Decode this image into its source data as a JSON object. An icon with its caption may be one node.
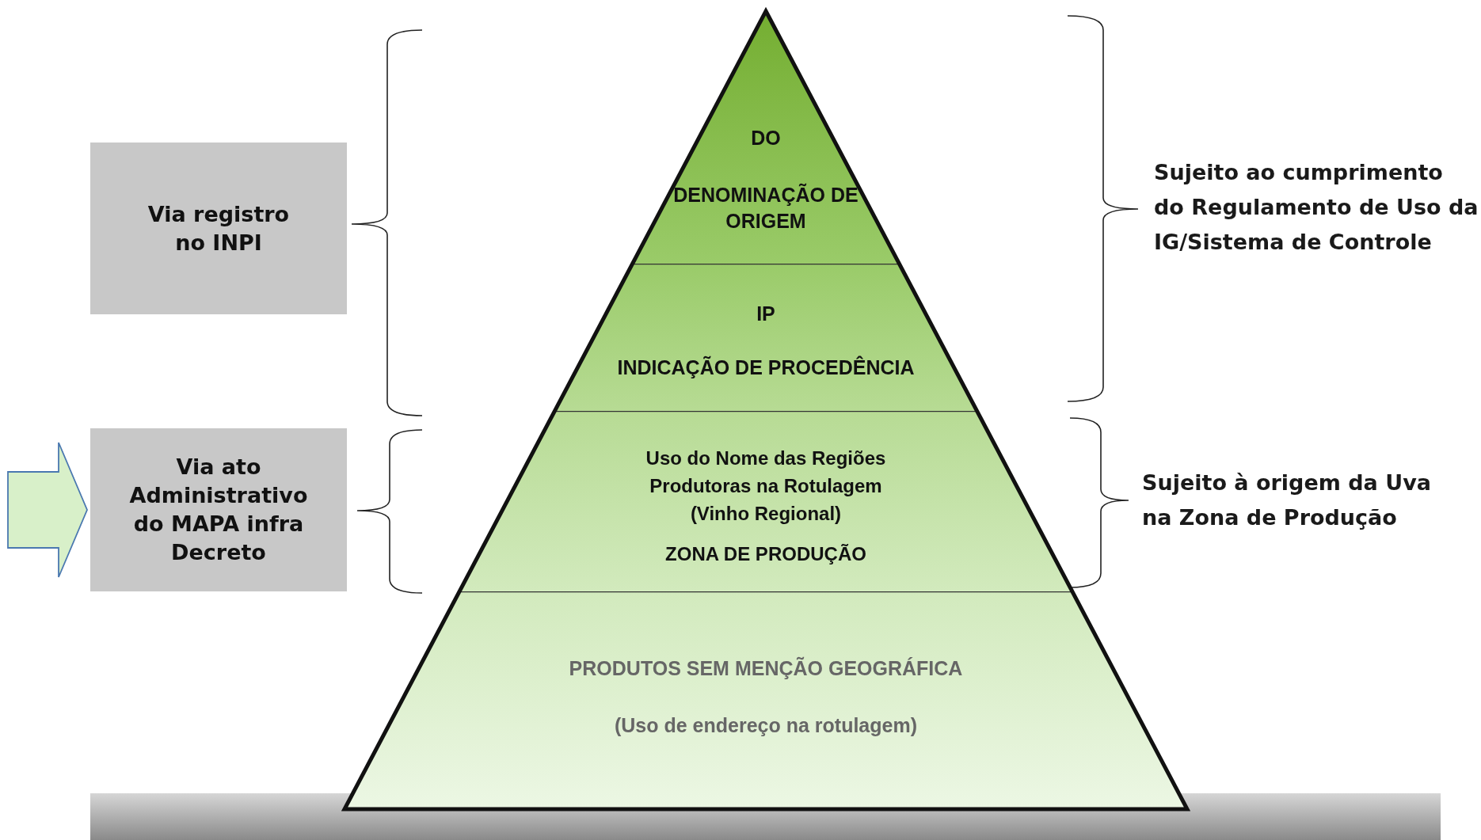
{
  "diagram": {
    "nodes": [
      {
        "text": [
          "Via registro no INPI"
        ]
      },
      {
        "text": [
          "Via ato Administrativo do MAPA infra Decreto"
        ]
      },
      {
        "text": [
          "DO",
          "DENOMINAÇÃO DE ORIGEM"
        ]
      },
      {
        "text": [
          "IP",
          "INDICAÇÃO DE PROCEDÊNCIA"
        ]
      },
      {
        "text": [
          "Uso do Nome das Regiões Produtoras na Rotulagem (Vinho Regional)",
          "ZONA DE PRODUÇÃO"
        ]
      },
      {
        "text": [
          "PRODUTOS SEM MENÇÃO GEOGRÁFICA",
          "(Uso de endereço na rotulagem)"
        ]
      }
    ],
    "edges": [
      {
        "from": null,
        "to": 1,
        "arrow": "to"
      }
    ],
    "labels": [
      "Sujeito ao cumprimento do Regulamento de Uso da IG/Sistema de Controle",
      "Sujeito à origem da Uva na Zona de Produção"
    ]
  }
}
